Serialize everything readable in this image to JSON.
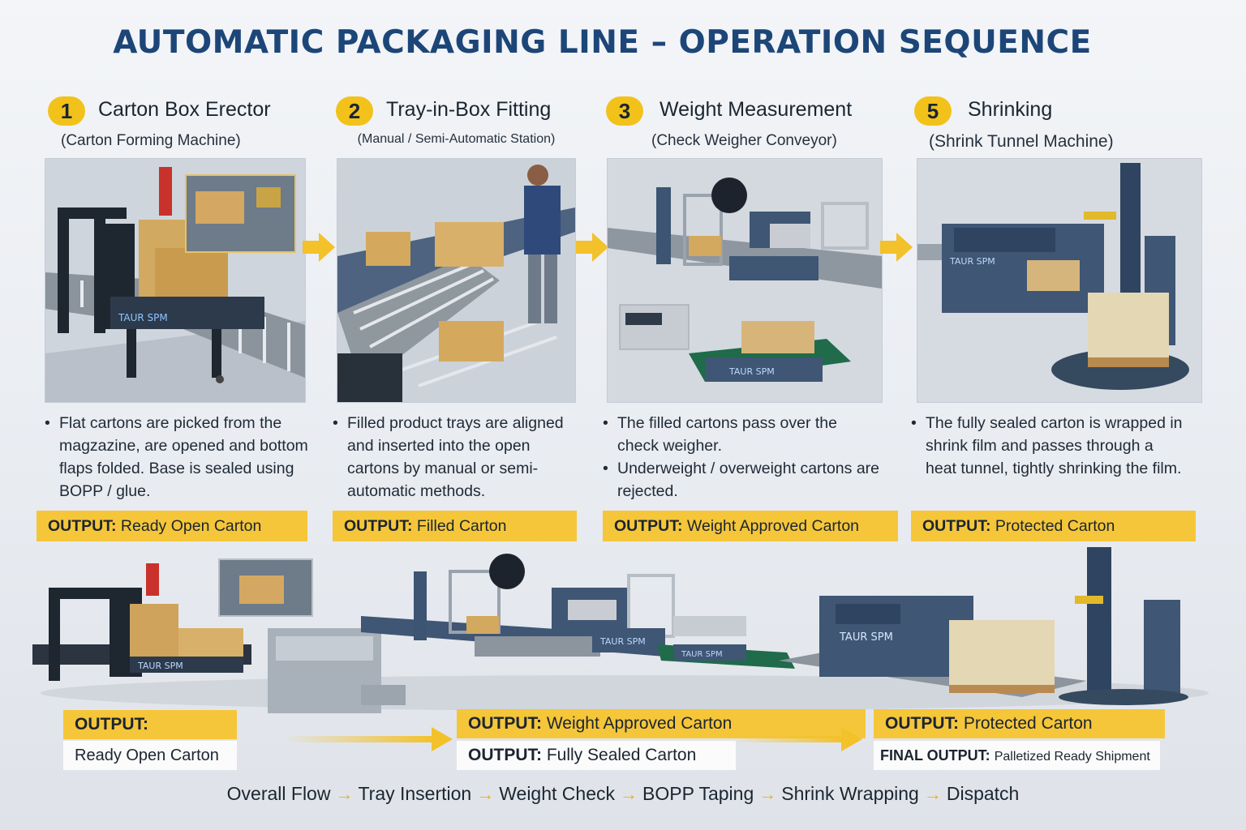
{
  "title": "AUTOMATIC PACKAGING LINE – OPERATION SEQUENCE",
  "steps": [
    {
      "number": "1",
      "title": "Carton Box Erector",
      "subtitle": "(Carton Forming Machine)",
      "bullets": [
        "Flat cartons are picked from the magzazine, are opened and bottom flaps folded. Base is sealed using BOPP / glue."
      ],
      "output_label": "OUTPUT:",
      "output_value": "Ready Open Carton"
    },
    {
      "number": "2",
      "title": "Tray-in-Box Fitting",
      "subtitle": "(Manual / Semi-Automatic Station)",
      "bullets": [
        "Filled product trays are aligned and inserted into the open cartons by manual or semi-automatic methods."
      ],
      "output_label": "OUTPUT:",
      "output_value": "Filled Carton"
    },
    {
      "number": "3",
      "title": "Weight Measurement",
      "subtitle": "(Check Weigher Conveyor)",
      "bullets": [
        "The filled cartons pass over the check weigher.",
        "Underweight / overweight cartons are rejected."
      ],
      "output_label": "OUTPUT:",
      "output_value": "Weight Approved Carton"
    },
    {
      "number": "5",
      "title": "Shrinking",
      "subtitle": "(Shrink Tunnel  Machine)",
      "bullets": [
        "The fully sealed carton is wrapped in shrink film and passes through a heat tunnel, tightly shrinking the film."
      ],
      "output_label": "OUTPUT:",
      "output_value": "Protected Carton"
    }
  ],
  "brand": "TAUR SPM",
  "bottom_outputs": {
    "left_label": "OUTPUT:",
    "left_value": "Ready Open Carton",
    "mid_label_1": "OUTPUT:",
    "mid_value_1": "Weight Approved Carton",
    "mid_label_2": "OUTPUT:",
    "mid_value_2": "Fully Sealed Carton",
    "right_label_1": "OUTPUT:",
    "right_value_1": "Protected Carton",
    "right_label_2": "FINAL OUTPUT:",
    "right_value_2": "Palletized Ready Shipment"
  },
  "flow": [
    "Overall Flow",
    "Tray Insertion",
    "Weight Check",
    "BOPP Taping",
    "Shrink Wrapping",
    "Dispatch"
  ],
  "colors": {
    "accent_yellow": "#f5c63a",
    "title_blue": "#1d4678",
    "machine_blue": "#3f5674"
  }
}
